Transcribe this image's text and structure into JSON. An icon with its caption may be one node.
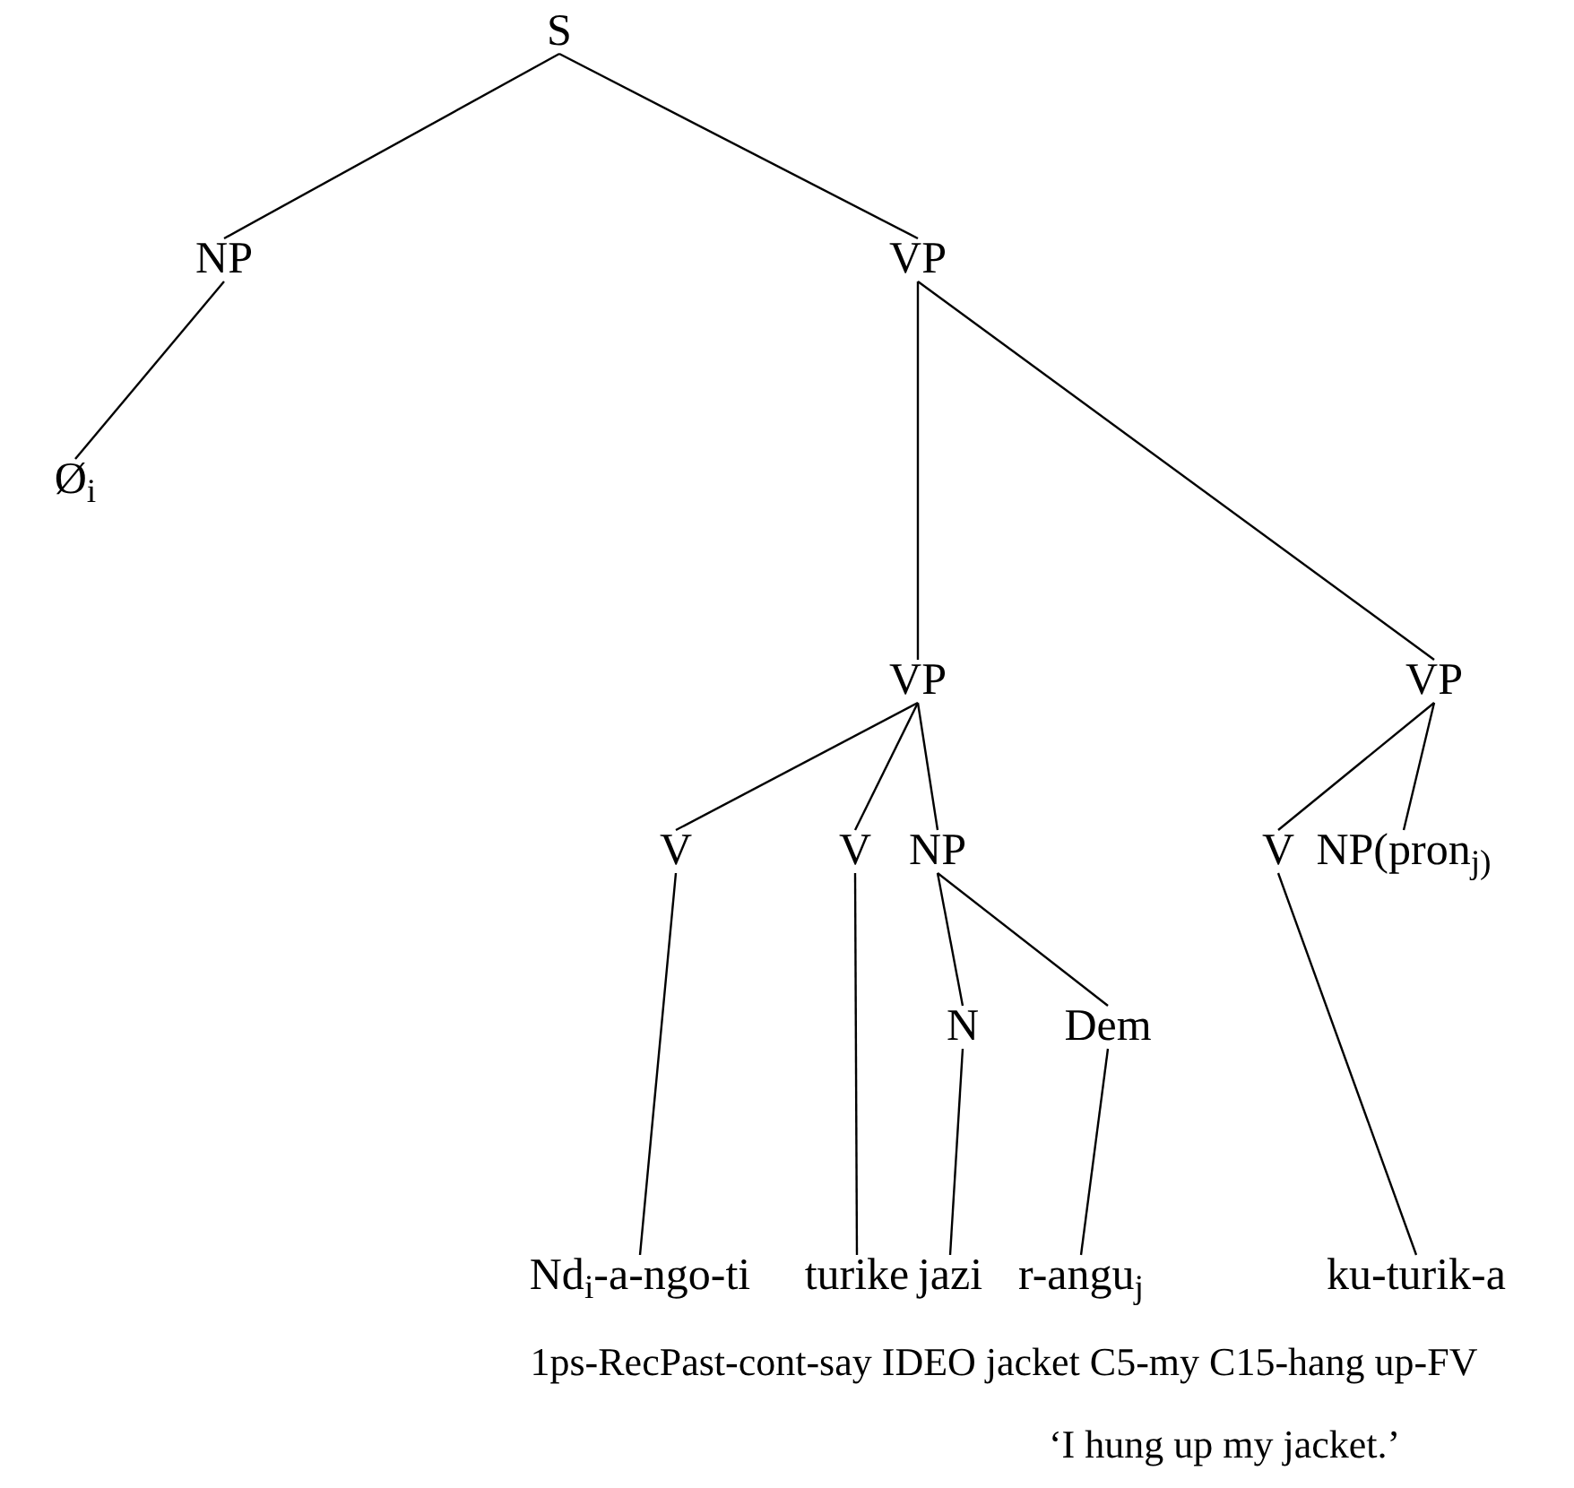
{
  "diagram": {
    "nodes": [
      {
        "text": [
          "S"
        ]
      },
      {
        "text": [
          "NP"
        ]
      },
      {
        "text": [
          "VP"
        ]
      },
      {
        "text": [
          "Ø$_{i}$"
        ]
      },
      {
        "text": [
          "VP"
        ]
      },
      {
        "text": [
          "VP"
        ]
      },
      {
        "text": [
          "V"
        ]
      },
      {
        "text": [
          "V"
        ]
      },
      {
        "text": [
          "NP"
        ]
      },
      {
        "text": [
          "V"
        ]
      },
      {
        "text": [
          "NP(pron$_{j)}$"
        ]
      },
      {
        "text": [
          "N"
        ]
      },
      {
        "text": [
          "Dem"
        ]
      },
      {
        "text": [
          "Nd$_{i}$-a-ngo-ti"
        ]
      },
      {
        "text": [
          "turike"
        ]
      },
      {
        "text": [
          "jazi"
        ]
      },
      {
        "text": [
          "r-angu$_{j}$"
        ]
      },
      {
        "text": [
          "ku-turik-a"
        ]
      }
    ],
    "edges": [
      {
        "from": 0,
        "to": 1,
        "arrow": "none"
      },
      {
        "from": 0,
        "to": 2,
        "arrow": "none"
      },
      {
        "from": 1,
        "to": 3,
        "arrow": "none"
      },
      {
        "from": 2,
        "to": 4,
        "arrow": "none"
      },
      {
        "from": 2,
        "to": 5,
        "arrow": "none"
      },
      {
        "from": 4,
        "to": 6,
        "arrow": "none"
      },
      {
        "from": 4,
        "to": 7,
        "arrow": "none"
      },
      {
        "from": 4,
        "to": 8,
        "arrow": "none"
      },
      {
        "from": 5,
        "to": 9,
        "arrow": "none"
      },
      {
        "from": 5,
        "to": 10,
        "arrow": "none"
      },
      {
        "from": 6,
        "to": 13,
        "arrow": "none"
      },
      {
        "from": 7,
        "to": 14,
        "arrow": "none"
      },
      {
        "from": 8,
        "to": 11,
        "arrow": "none"
      },
      {
        "from": 8,
        "to": 12,
        "arrow": "none"
      },
      {
        "from": 11,
        "to": 15,
        "arrow": "none"
      },
      {
        "from": 12,
        "to": 16,
        "arrow": "none"
      },
      {
        "from": 9,
        "to": 17,
        "arrow": "none"
      }
    ],
    "labels": [
      "1ps-RecPast-cont-say IDEO jacket C5-my C15-hang up-FV",
      "‘I hung up my jacket.’"
    ]
  }
}
